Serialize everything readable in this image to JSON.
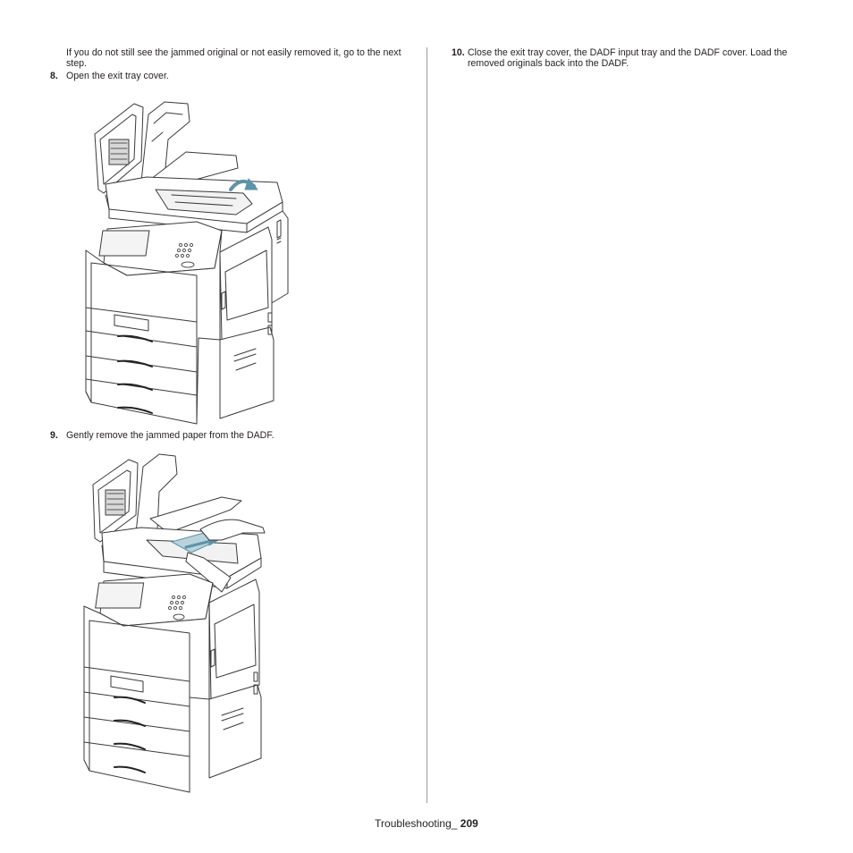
{
  "left_column": {
    "intro": "If you do not still see the jammed original or not easily removed it, go to the next step.",
    "step8": {
      "num": "8.",
      "text": "Open the exit tray cover."
    },
    "step9": {
      "num": "9.",
      "text": "Gently remove the jammed paper from the DADF."
    }
  },
  "right_column": {
    "step10": {
      "num": "10.",
      "text": "Close the exit tray cover, the DADF input tray and the DADF cover. Load the removed originals back into the DADF."
    }
  },
  "footer": {
    "section": "Troubleshooting_ ",
    "page": "209"
  },
  "colors": {
    "text": "#231f20",
    "line": "#3a3a3a",
    "arrow": "#5d93a8",
    "divider": "#9b9b9b"
  }
}
